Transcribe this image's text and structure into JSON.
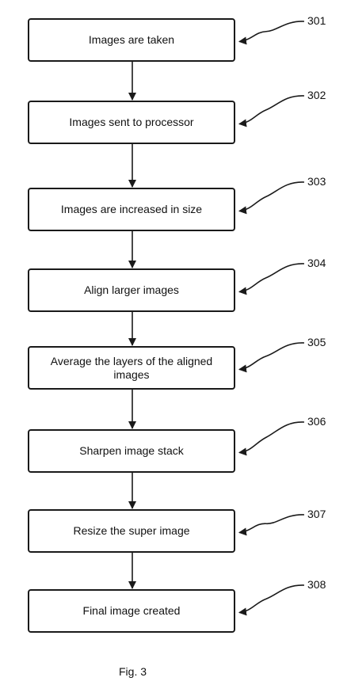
{
  "steps": [
    {
      "ref": "301",
      "label": "Images are taken"
    },
    {
      "ref": "302",
      "label": "Images sent to processor"
    },
    {
      "ref": "303",
      "label": "Images are increased in size"
    },
    {
      "ref": "304",
      "label": "Align larger images"
    },
    {
      "ref": "305",
      "label": "Average the layers of the aligned images"
    },
    {
      "ref": "306",
      "label": "Sharpen image stack"
    },
    {
      "ref": "307",
      "label": "Resize the super image"
    },
    {
      "ref": "308",
      "label": "Final image created"
    }
  ],
  "caption": "Fig. 3"
}
